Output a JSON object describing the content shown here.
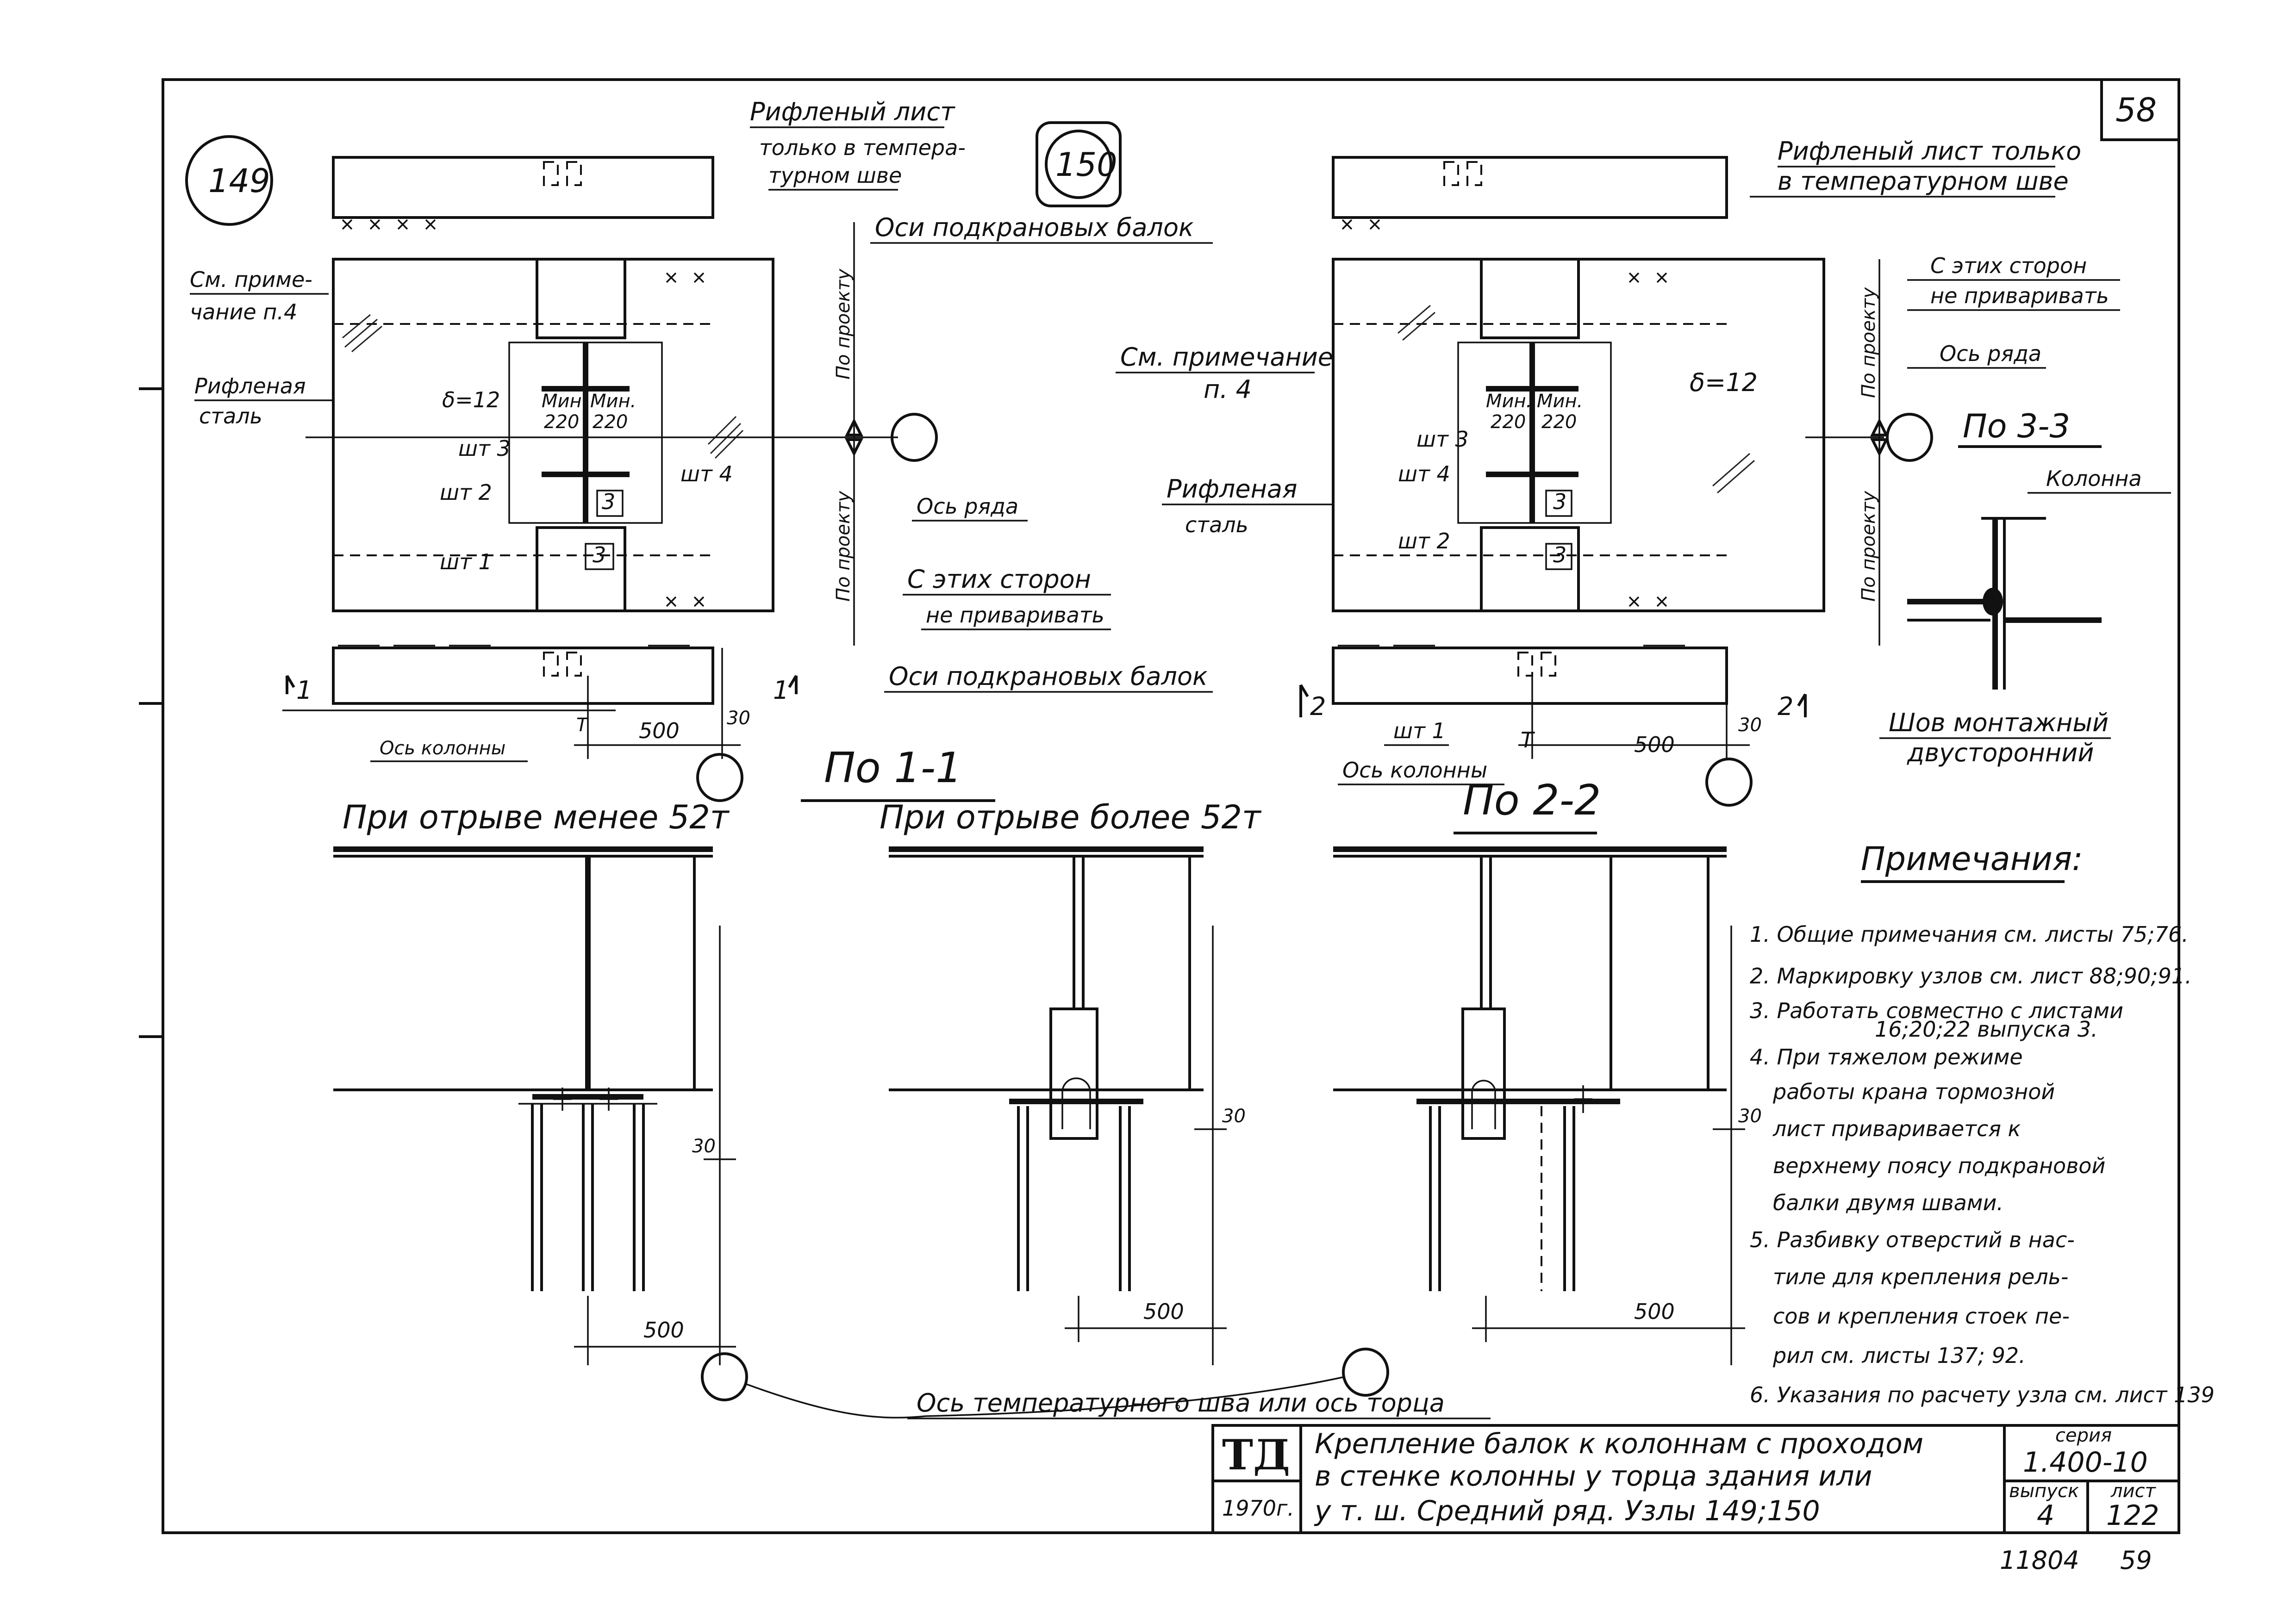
{
  "sheet_number": "58",
  "stamp_bottom_1": "11804",
  "stamp_bottom_2": "59",
  "node_149": "149",
  "node_150": "150",
  "labels": {
    "riflen_list_1a": "Рифленый лист",
    "riflen_list_1b": "только в темпера-",
    "riflen_list_1c": "турном шве",
    "riflen_list_2a": "Рифленый лист только",
    "riflen_list_2b": "в температурном шве",
    "osi_podkr_top_1": "Оси подкрановых балок",
    "osi_podkr_bot_1": "Оси подкрановых балок",
    "sm_prim_a": "См. приме-",
    "sm_prim_b": "чание п.4",
    "riflen_stal_1a": "Рифленая",
    "riflen_stal_1b": "сталь",
    "po_proektu_1": "По проекту",
    "po_proektu_2": "По проекту",
    "po_proektu_3": "По проекту",
    "po_proektu_4": "По проекту",
    "os_ryada_1": "Ось ряда",
    "s_etih_1a": "С этих сторон",
    "s_etih_1b": "не приваривать",
    "os_kolonny_1": "Ось колонны",
    "dim_500_1": "500",
    "dim_30_1": "30",
    "sec1_mark": "1",
    "delta_1": "δ=12",
    "min_220_a": "Мин.",
    "min_220_b": "220",
    "sht3_1": "шт 3",
    "sht4_1": "шт 4",
    "sht2_1": "шт 2",
    "sht1_1": "шт 1",
    "num3": "3",
    "sm_prim_2a": "См. примечание",
    "sm_prim_2b": "п. 4",
    "riflen_stal_2a": "Рифленая",
    "riflen_stal_2b": "сталь",
    "s_etih_2a": "С этих сторон",
    "s_etih_2b": "не приваривать",
    "os_ryada_2": "Ось ряда",
    "delta_2": "δ=12",
    "os_kolonny_2": "Ось колонны",
    "sec2_mark": "2",
    "t_mark": "T",
    "po_3_3": "По 3-3",
    "kolonna": "Колонна",
    "shov_a": "Шов монтажный",
    "shov_b": "двусторонний",
    "po_1_1": "По 1-1",
    "po_2_2": "По 2-2",
    "pri_otr_menee": "При отрыве менее 52т",
    "pri_otr_bolee": "При отрыве более 52т",
    "dim_30": "30",
    "dim_500": "500",
    "os_temper": "Ось температурного шва или ось торца"
  },
  "notes": {
    "title": "Примечания:",
    "items": [
      "1. Общие примечания см. листы 75;76.",
      "2. Маркировку узлов см. лист 88;90;91.",
      "3. Работать совместно с листами",
      "16;20;22 выпуска 3.",
      "4. При тяжелом режиме",
      "работы крана тормозной",
      "лист приваривается к",
      "верхнему поясу подкрановой",
      "балки двумя швами.",
      "5. Разбивку отверстий в нас-",
      "тиле для крепления рель-",
      "сов и крепления стоек пе-",
      "рил см. листы 137; 92.",
      "6. Указания по расчету узла см. лист 139"
    ]
  },
  "title_block": {
    "logo": "ТД",
    "year": "1970г.",
    "title_1": "Крепление балок к колоннам с проходом",
    "title_2": "в стенке колонны у торца здания или",
    "title_3": "у т. ш. Средний ряд. Узлы 149;150",
    "seria_label": "серия",
    "seria_value": "1.400-10",
    "vypusk_label": "выпуск",
    "vypusk_value": "4",
    "list_label": "лист",
    "list_value": "122"
  }
}
